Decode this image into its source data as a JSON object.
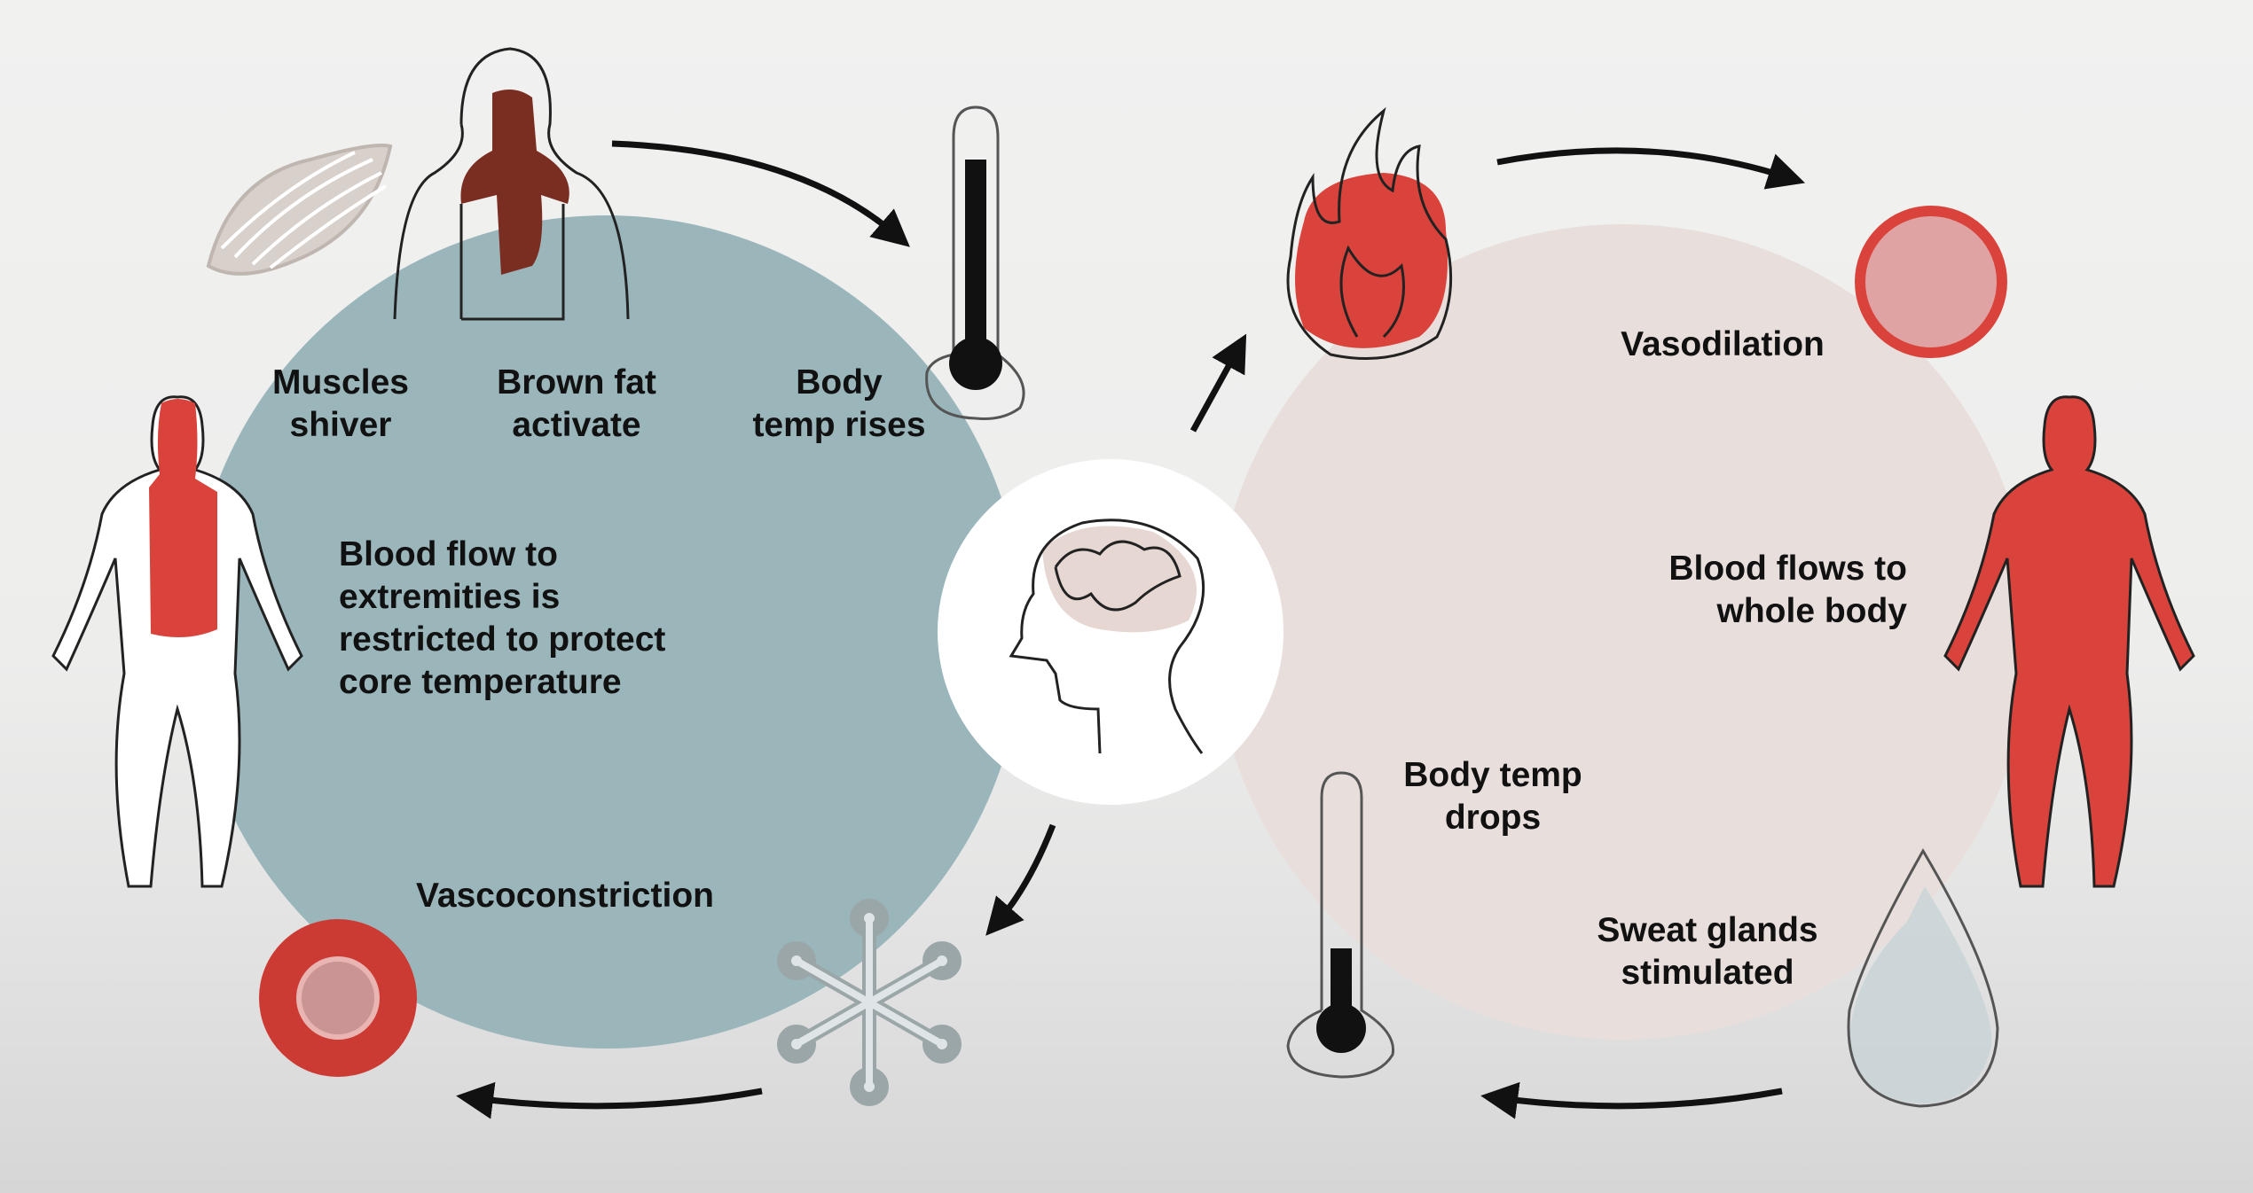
{
  "colors": {
    "cold_circle": "#9ab6bb",
    "warm_circle": "#e8dfdc",
    "brain_circle": "#ffffff",
    "blood_red": "#d9433b",
    "brown_fat": "#7a2e22",
    "arrow": "#111111"
  },
  "cold_cycle": {
    "muscles": "Muscles\nshiver",
    "brown_fat": "Brown fat\nactivate",
    "temp_rises": "Body\ntemp rises",
    "blood_flow": "Blood flow to\nextremities is\nrestricted to protect\ncore temperature",
    "vasoconstriction": "Vascoconstriction"
  },
  "warm_cycle": {
    "vasodilation": "Vasodilation",
    "blood_flows": "Blood flows to\nwhole body",
    "temp_drops": "Body temp\ndrops",
    "sweat": "Sweat glands\nstimulated"
  },
  "icons": [
    "muscle-icon",
    "torso-brown-fat-icon",
    "thermometer-high-icon",
    "human-core-blood-icon",
    "constricted-vessel-icon",
    "snowflake-icon",
    "brain-head-icon",
    "fire-icon",
    "dilated-vessel-icon",
    "human-full-blood-icon",
    "sweat-drop-icon",
    "thermometer-low-icon"
  ]
}
